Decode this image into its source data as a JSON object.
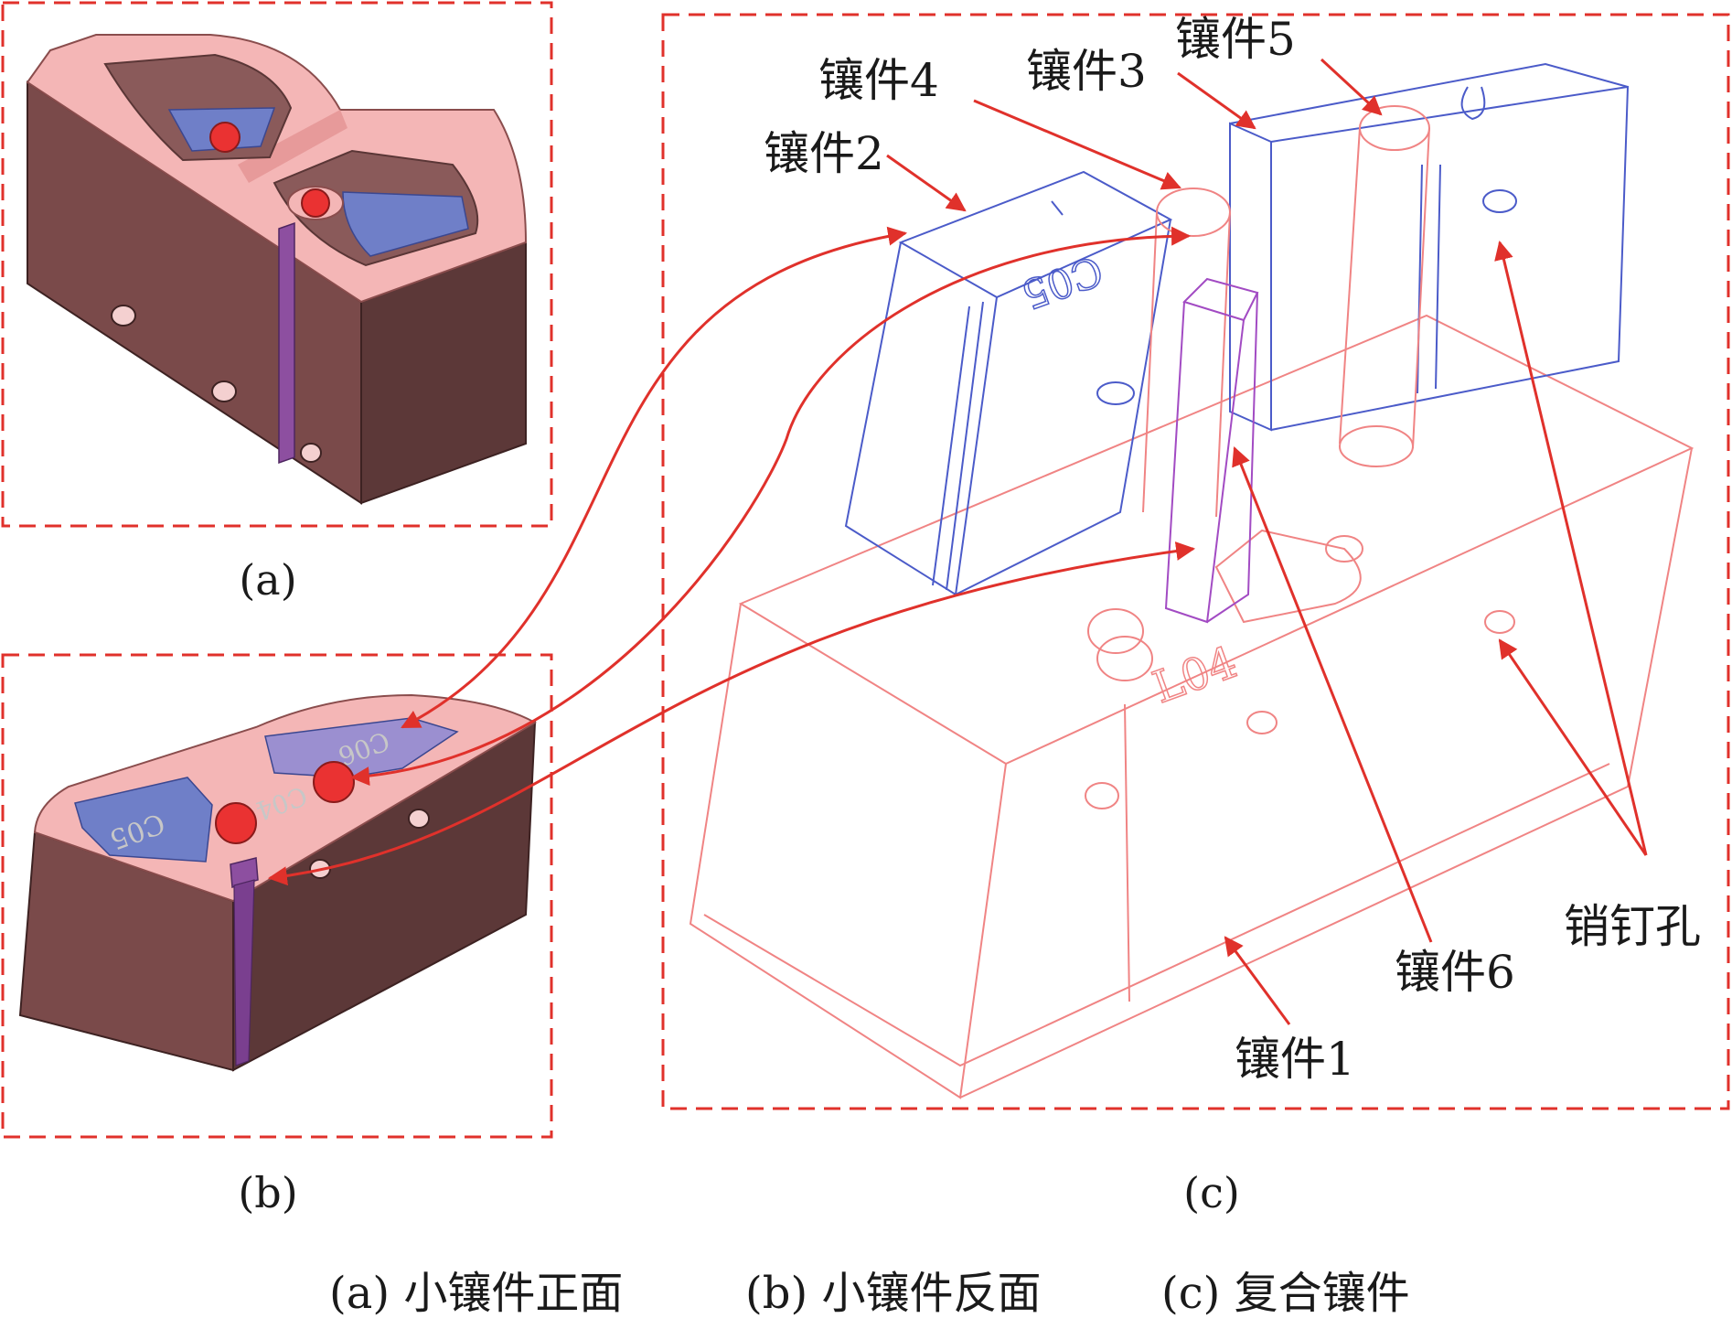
{
  "panels": {
    "a": {
      "label": "(a)"
    },
    "b": {
      "label": "(b)"
    },
    "c": {
      "label": "(c)"
    }
  },
  "callouts": {
    "insert1": "镶件1",
    "insert2": "镶件2",
    "insert3": "镶件3",
    "insert4": "镶件4",
    "insert5": "镶件5",
    "insert6": "镶件6",
    "pin_hole": "销钉孔"
  },
  "engraving": {
    "c05": "C05",
    "c06": "C06",
    "c04": "C04",
    "l04": "L04"
  },
  "caption": {
    "a": "(a) 小镶件正面",
    "b": "(b) 小镶件反面",
    "c": "(c) 复合镶件"
  },
  "colors": {
    "frame": "#e0312b",
    "arrow": "#e0312b",
    "body_dark": "#6b4444",
    "body_top": "#f4b6b6",
    "cavity_blue": "#6f7fc8",
    "pin_red": "#ea3232",
    "insert6_purple": "#8d4fa0",
    "wire_blue": "#4b5bc9",
    "wire_red": "#f08484",
    "wire_purple": "#a24bc3"
  }
}
